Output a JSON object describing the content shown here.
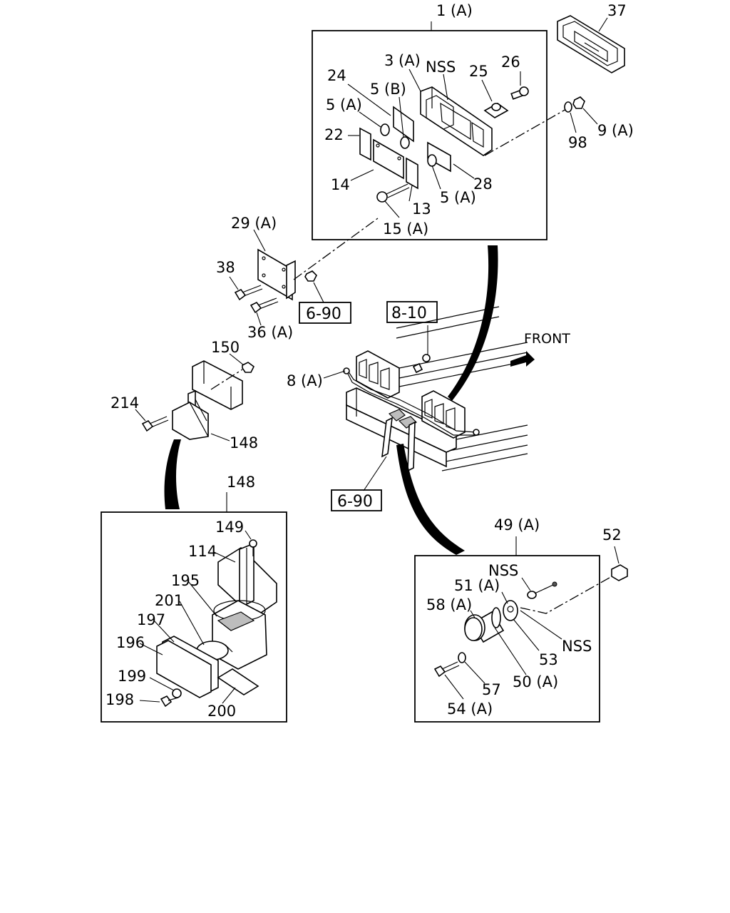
{
  "labels": {
    "l_1a": "1 (A)",
    "l_37": "37",
    "l_3a": "3 (A)",
    "l_nss_top": "NSS",
    "l_24": "24",
    "l_25": "25",
    "l_26": "26",
    "l_5b": "5 (B)",
    "l_5a_1": "5 (A)",
    "l_22": "22",
    "l_9a": "9 (A)",
    "l_98": "98",
    "l_14": "14",
    "l_28": "28",
    "l_13": "13",
    "l_5a_2": "5 (A)",
    "l_15a": "15 (A)",
    "l_29a": "29 (A)",
    "l_38": "38",
    "l_36a": "36 (A)",
    "l_150": "150",
    "l_8a": "8 (A)",
    "l_214": "214",
    "l_148_a": "148",
    "l_148_b": "148",
    "l_front": "FRONT",
    "l_149": "149",
    "l_114": "114",
    "l_195": "195",
    "l_201": "201",
    "l_197": "197",
    "l_196": "196",
    "l_199": "199",
    "l_198": "198",
    "l_200": "200",
    "l_49a": "49 (A)",
    "l_52": "52",
    "l_nss_b1": "NSS",
    "l_51a": "51 (A)",
    "l_58a": "58 (A)",
    "l_nss_b2": "NSS",
    "l_53": "53",
    "l_57": "57",
    "l_50a": "50 (A)",
    "l_54a": "54 (A)"
  },
  "references": {
    "ref_6_90_a": "6-90",
    "ref_8_10": "8-10",
    "ref_6_90_b": "6-90"
  }
}
